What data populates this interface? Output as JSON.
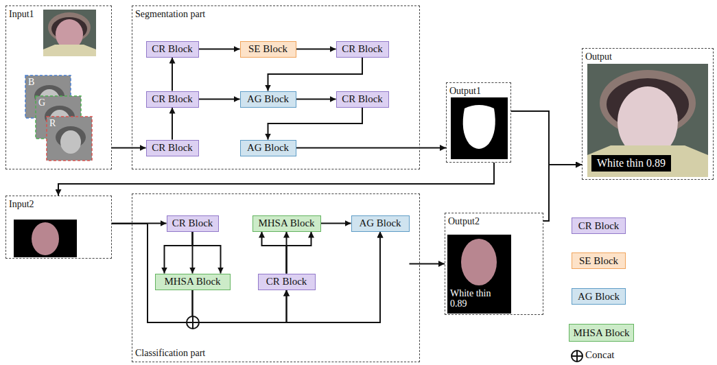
{
  "diagram": {
    "nodes": [
      {
        "text": [
          "Input1"
        ]
      },
      {
        "text": [
          "Segmentation part"
        ]
      },
      {
        "text": [
          "CR Block"
        ],
        "in": 1
      },
      {
        "text": [
          "SE Block"
        ],
        "in": 1
      },
      {
        "text": [
          "CR Block"
        ],
        "in": 1
      },
      {
        "text": [
          "CR Block"
        ],
        "in": 1
      },
      {
        "text": [
          "AG Block"
        ],
        "in": 1
      },
      {
        "text": [
          "CR Block"
        ],
        "in": 1
      },
      {
        "text": [
          "CR Block"
        ],
        "in": 1
      },
      {
        "text": [
          "AG Block"
        ],
        "in": 1
      },
      {
        "text": [
          "Output1"
        ]
      },
      {
        "text": [
          "Output"
        ]
      },
      {
        "text": [
          "Input2"
        ]
      },
      {
        "text": [
          "Classification part"
        ]
      },
      {
        "text": [
          "CR Block"
        ],
        "in": 13
      },
      {
        "text": [
          "MHSA Block"
        ],
        "in": 13
      },
      {
        "text": [
          "AG Block"
        ],
        "in": 13
      },
      {
        "text": [
          "MHSA Block"
        ],
        "in": 13
      },
      {
        "text": [
          "CR Block"
        ],
        "in": 13
      },
      {
        "text": [
          "Output2"
        ]
      }
    ],
    "edges": [
      {
        "from": 0,
        "to": 8,
        "arrow": "to"
      },
      {
        "from": 8,
        "to": 5,
        "arrow": "to"
      },
      {
        "from": 5,
        "to": 2,
        "arrow": "to"
      },
      {
        "from": 2,
        "to": 3,
        "arrow": "to"
      },
      {
        "from": 3,
        "to": 4,
        "arrow": "to"
      },
      {
        "from": 4,
        "to": 6,
        "arrow": "to"
      },
      {
        "from": 5,
        "to": 6,
        "arrow": "to"
      },
      {
        "from": 6,
        "to": 7,
        "arrow": "to"
      },
      {
        "from": 7,
        "to": 9,
        "arrow": "to"
      },
      {
        "from": 9,
        "to": 10,
        "arrow": "to"
      },
      {
        "from": 10,
        "to": 11,
        "arrow": "to"
      },
      {
        "from": 10,
        "to": 12,
        "arrow": "to"
      },
      {
        "from": 12,
        "to": 14,
        "arrow": "to"
      },
      {
        "from": 14,
        "to": 17,
        "arrow": "to"
      },
      {
        "from": 17,
        "to": 18,
        "arrow": "to"
      },
      {
        "from": 17,
        "to": 16,
        "arrow": "to"
      },
      {
        "from": 12,
        "to": 18,
        "arrow": "to"
      },
      {
        "from": 12,
        "to": 16,
        "arrow": "to"
      },
      {
        "from": 18,
        "to": 15,
        "arrow": "to"
      },
      {
        "from": 15,
        "to": 16,
        "arrow": "to"
      },
      {
        "from": 16,
        "to": 19,
        "arrow": "to"
      },
      {
        "from": 19,
        "to": 11,
        "arrow": "to"
      }
    ],
    "labels": [
      "B",
      "G",
      "R",
      "White thin 0.89",
      "White thin 0.89"
    ],
    "legend": [
      {
        "text": "CR Block",
        "color": "#dcd0f2"
      },
      {
        "text": "SE Block",
        "color": "#fde2c8"
      },
      {
        "text": "AG Block",
        "color": "#cfe3ef"
      },
      {
        "text": "MHSA Block",
        "color": "#ccebc8"
      },
      {
        "text": "Concat"
      }
    ]
  }
}
